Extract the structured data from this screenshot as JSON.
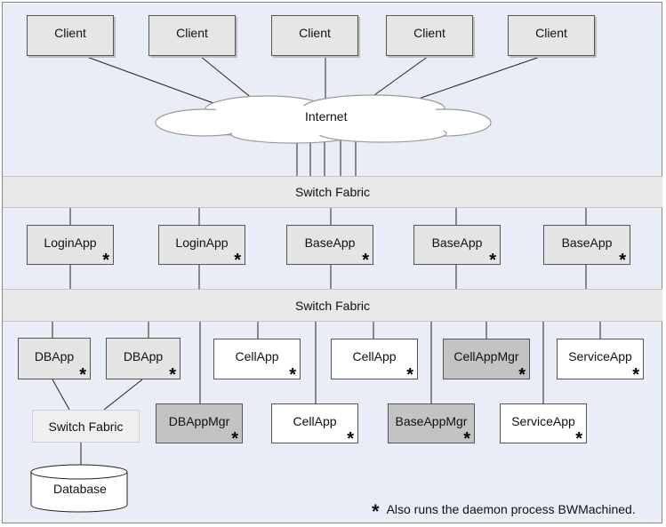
{
  "clients": [
    "Client",
    "Client",
    "Client",
    "Client",
    "Client"
  ],
  "internet": "Internet",
  "fabric_top": "Switch Fabric",
  "fabric_mid": "Switch Fabric",
  "fabric_db": "Switch Fabric",
  "server_row": [
    "LoginApp",
    "LoginApp",
    "BaseApp",
    "BaseApp",
    "BaseApp"
  ],
  "lower_upper_row": [
    "DBApp",
    "DBApp",
    "CellApp",
    "CellApp",
    "CellAppMgr",
    "ServiceApp"
  ],
  "lower_lower_row": [
    "DBAppMgr",
    "CellApp",
    "BaseAppMgr",
    "ServiceApp"
  ],
  "database": "Database",
  "star": "*",
  "legend_text": "Also runs the daemon process BWMachined."
}
